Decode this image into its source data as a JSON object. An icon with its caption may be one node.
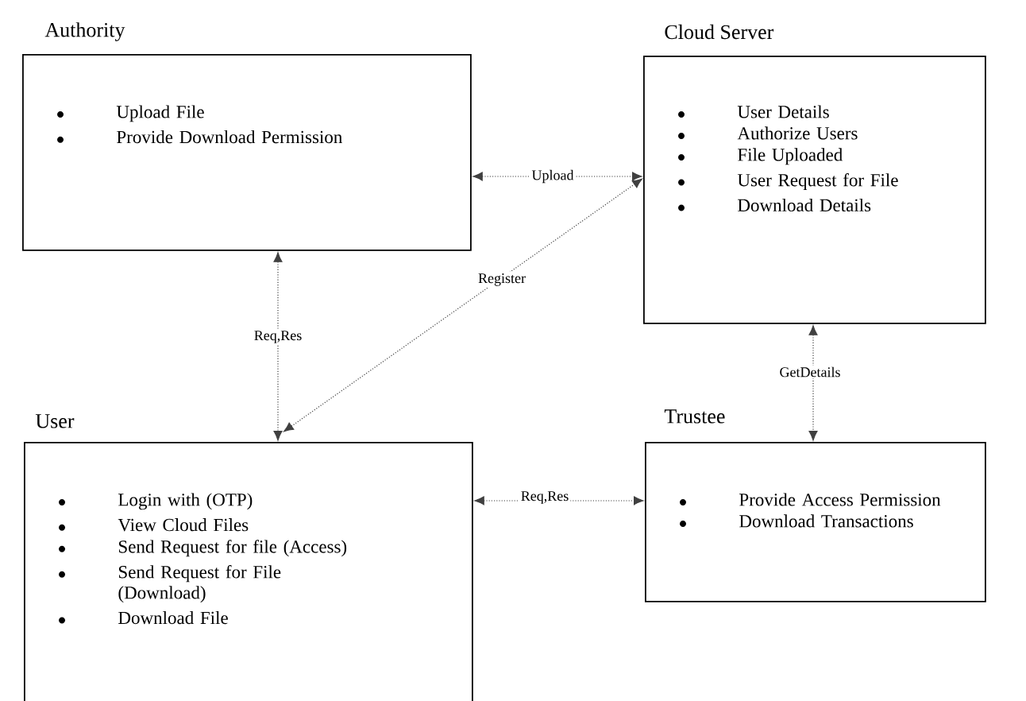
{
  "diagram": {
    "nodes": [
      {
        "text": [
          "Authority",
          "Upload File",
          "Provide Download Permission"
        ]
      },
      {
        "text": [
          "Cloud Server",
          "User Details",
          "Authorize Users",
          "File Uploaded",
          "User Request for File",
          "Download Details"
        ]
      },
      {
        "text": [
          "User",
          "Login with (OTP)",
          "View Cloud Files",
          "Send Request for file (Access)",
          "Send Request for File (Download)",
          "Download File"
        ]
      },
      {
        "text": [
          "Trustee",
          "Provide Access Permission",
          "Download Transactions"
        ]
      }
    ],
    "edges": [
      {
        "from": 0,
        "to": 1,
        "arrow": "both",
        "label": "Upload"
      },
      {
        "from": 0,
        "to": 2,
        "arrow": "both",
        "label": "Req,Res"
      },
      {
        "from": 2,
        "to": 1,
        "arrow": "both",
        "label": "Register"
      },
      {
        "from": 1,
        "to": 3,
        "arrow": "both",
        "label": "GetDetails"
      },
      {
        "from": 2,
        "to": 3,
        "arrow": "both",
        "label": "Req,Res"
      }
    ]
  }
}
